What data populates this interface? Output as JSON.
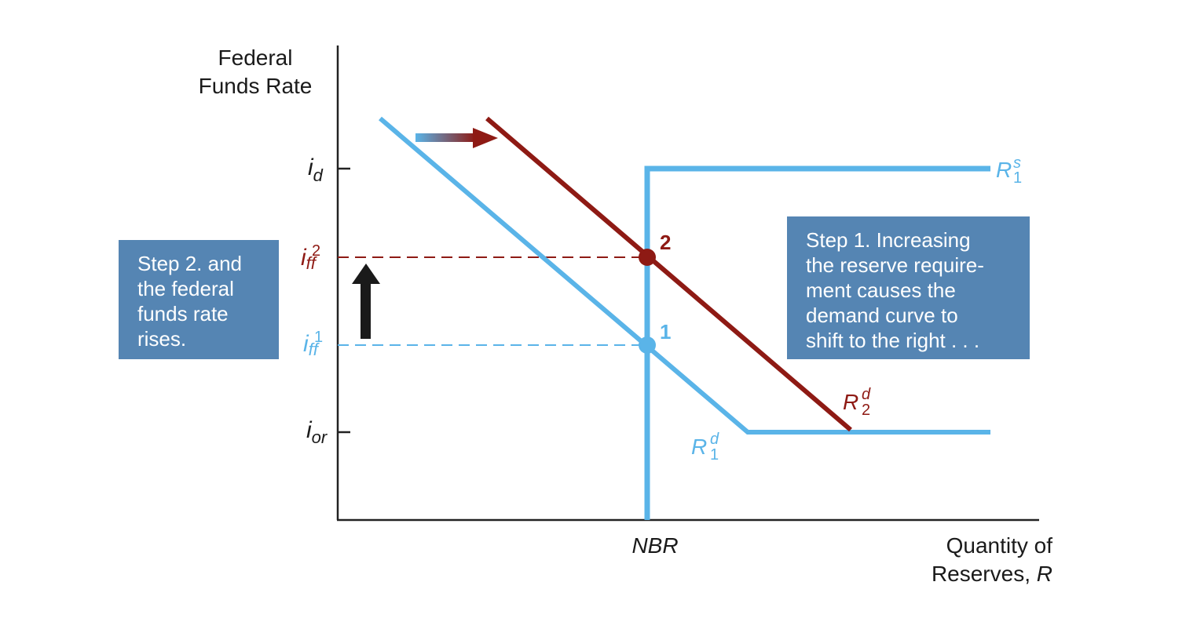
{
  "axes": {
    "y_title_lines": [
      "Federal",
      "Funds Rate"
    ],
    "x_title_line1": "Quantity of",
    "x_title_line2_prefix": "Reserves, ",
    "x_title_line2_var": "R"
  },
  "y_ticks": {
    "id": {
      "base": "i",
      "sub": "d",
      "sup": ""
    },
    "iff2": {
      "base": "i",
      "sub": "ff",
      "sup": "2"
    },
    "iff1": {
      "base": "i",
      "sub": "ff",
      "sup": "1"
    },
    "ior": {
      "base": "i",
      "sub": "or",
      "sup": ""
    }
  },
  "x_ticks": {
    "nbr": "NBR"
  },
  "curves": {
    "supply": {
      "base": "R",
      "sup": "s",
      "sub": "1"
    },
    "demand1": {
      "base": "R",
      "sup": "d",
      "sub": "1"
    },
    "demand2": {
      "base": "R",
      "sup": "d",
      "sub": "2"
    }
  },
  "points": {
    "p1": "1",
    "p2": "2"
  },
  "callouts": {
    "left": [
      "Step 2. and",
      "the federal",
      "funds rate",
      "rises."
    ],
    "right": [
      "Step 1. Increasing",
      "the reserve require-",
      "ment causes the",
      "demand curve to",
      "shift to the right . . ."
    ]
  },
  "colors": {
    "blue": "#5ab4e8",
    "red": "#8e1a14",
    "callout_bg": "#5585b3",
    "axis": "#222222",
    "up_arrow": "#1a1a1a"
  }
}
